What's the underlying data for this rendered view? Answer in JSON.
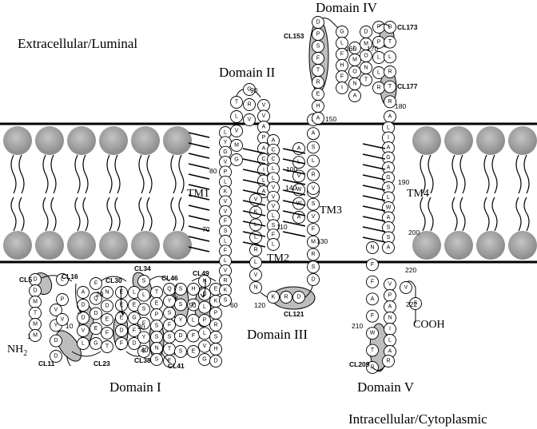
{
  "labels": {
    "extracellular": "Extracellular/Luminal",
    "intracellular": "Intracellular/Cytoplasmic",
    "domain1": "Domain I",
    "domain2": "Domain II",
    "domain3": "Domain III",
    "domain4": "Domain IV",
    "domain5": "Domain V",
    "tm1": "TM1",
    "tm2": "TM2",
    "tm3": "TM3",
    "tm4": "TM4",
    "nterm": "NH",
    "nterm_sub": "2",
    "cterm": "COOH"
  },
  "clusters": {
    "cl5": "CL5",
    "cl11": "CL11",
    "cl16": "CL16",
    "cl23": "CL23",
    "cl30": "CL30",
    "cl34": "CL34",
    "cl38": "CL38",
    "cl41": "CL41",
    "cl46": "CL46",
    "cl49": "CL49",
    "cl121": "CL121",
    "cl153": "CL153",
    "cl173": "CL173",
    "cl177": "CL177",
    "cl209": "CL209"
  },
  "numbers": {
    "n1": "1",
    "n10": "10",
    "n20": "20",
    "n30": "30",
    "n40": "40",
    "n50": "50",
    "n60": "60",
    "n70": "70",
    "n80": "80",
    "n90": "90",
    "n100": "100",
    "n110": "110",
    "n120": "120",
    "n130": "130",
    "n140": "140",
    "n150": "150",
    "n160": "160",
    "n170": "170",
    "n180": "180",
    "n190": "190",
    "n200": "200",
    "n210": "210",
    "n220": "220",
    "n222": "222"
  },
  "colors": {
    "lipid_head": "#9a9a9a",
    "highlight": "#bdbdbd"
  }
}
